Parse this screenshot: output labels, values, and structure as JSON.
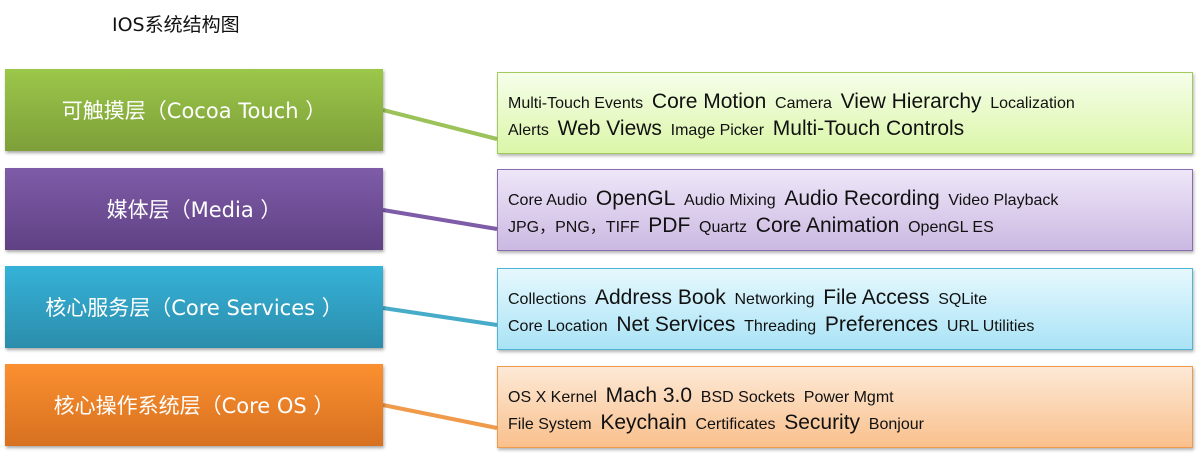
{
  "title": "IOS系统结构图",
  "layers": [
    {
      "name": "可触摸层（Cocoa Touch ）",
      "color": "#8db83e",
      "detail_bg": "#ecfbc9",
      "line1": [
        "Multi-Touch Events",
        "Core Motion",
        "Camera",
        "View Hierarchy",
        "Localization"
      ],
      "line2": [
        "Alerts",
        "Web Views",
        "Image Picker",
        "Multi-Touch Controls"
      ]
    },
    {
      "name": "媒体层（Media ）",
      "color": "#6f4c9b",
      "detail_bg": "#ddd0ee",
      "line1": [
        "Core Audio",
        "OpenGL",
        "Audio Mixing",
        "Audio Recording",
        "Video Playback"
      ],
      "line2": [
        "JPG，PNG，TIFF",
        "PDF",
        "Quartz",
        "Core Animation",
        "OpenGL ES"
      ]
    },
    {
      "name": "核心服务层（Core Services ）",
      "color": "#31a5c8",
      "detail_bg": "#c6ecf9",
      "line1": [
        "Collections",
        "Address Book",
        "Networking",
        "File Access",
        "SQLite"
      ],
      "line2": [
        "Core Location",
        "Net Services",
        "Threading",
        "Preferences",
        "URL Utilities"
      ]
    },
    {
      "name": "核心操作系统层（Core OS ）",
      "color": "#ee8526",
      "detail_bg": "#fcd9b8",
      "line1": [
        "OS X Kernel",
        "Mach 3.0",
        "BSD Sockets",
        "Power Mgmt"
      ],
      "line2": [
        "File System",
        "Keychain",
        "Certificates",
        "Security",
        "Bonjour"
      ]
    }
  ]
}
